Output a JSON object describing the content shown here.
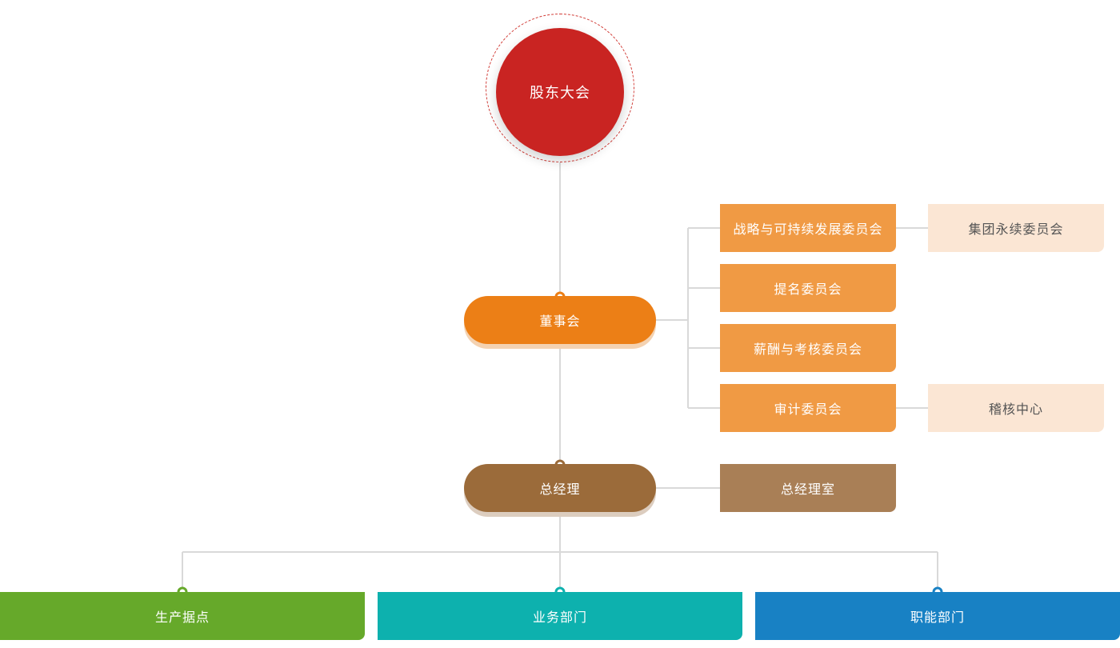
{
  "colors": {
    "shareholders": "#c92422",
    "board": "#ec7f16",
    "committee": "#f09a44",
    "sub_unit": "#fbe6d4",
    "general_manager": "#9b6b3a",
    "gm_office": "#a97f56",
    "production": "#66a92a",
    "business": "#0db1ae",
    "functional": "#1881c4",
    "connector": "#d9d9d9"
  },
  "top": {
    "label": "股东大会"
  },
  "board": {
    "label": "董事会"
  },
  "committees": [
    {
      "label": "战略与可持续发展委员会",
      "sub": "集团永续委员会"
    },
    {
      "label": "提名委员会",
      "sub": ""
    },
    {
      "label": "薪酬与考核委员会",
      "sub": ""
    },
    {
      "label": "审计委员会",
      "sub": "稽核中心"
    }
  ],
  "general_manager": {
    "label": "总经理",
    "office": "总经理室"
  },
  "departments": [
    {
      "label": "生产据点"
    },
    {
      "label": "业务部门"
    },
    {
      "label": "职能部门"
    }
  ]
}
